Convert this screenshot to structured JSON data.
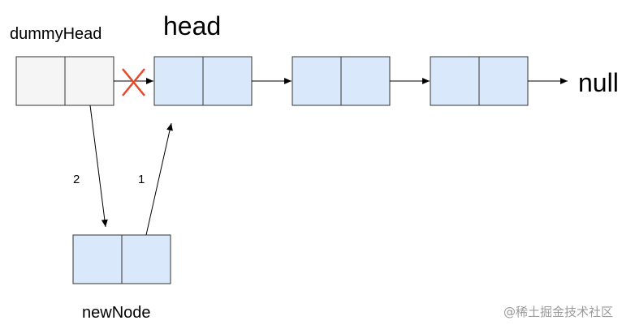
{
  "labels": {
    "dummy_head": "dummyHead",
    "head": "head",
    "null": "null",
    "new_node": "newNode",
    "step_2": "2",
    "step_1": "1"
  },
  "watermark": "@稀土掘金技术社区",
  "colors": {
    "dummy_fill": "#f5f5f5",
    "node_fill": "#dae8fc",
    "node_stroke": "#333333",
    "arrow": "#000000",
    "removed_link_mark": "#e8472a"
  },
  "nodes": [
    {
      "id": "dummy-head",
      "kind": "dummy"
    },
    {
      "id": "node-1",
      "kind": "list"
    },
    {
      "id": "node-2",
      "kind": "list"
    },
    {
      "id": "node-3",
      "kind": "list"
    },
    {
      "id": "new-node",
      "kind": "list"
    }
  ]
}
